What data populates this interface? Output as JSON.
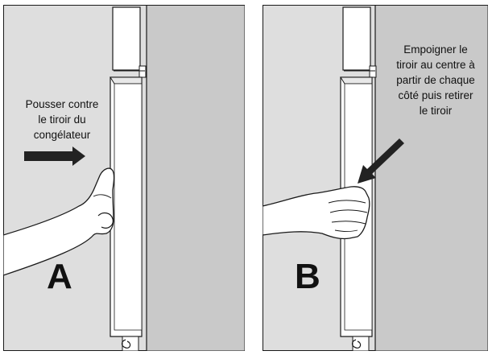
{
  "panels": [
    {
      "letter": "A",
      "caption": "Pousser contre\nle tiroir du\ncongélateur"
    },
    {
      "letter": "B",
      "caption": "Empoigner le\ntiroir au centre à\npartir de chaque\ncôté puis retirer\nle tiroir"
    }
  ],
  "colors": {
    "background": "#dedede",
    "cabinet_side": "#c9c9c9",
    "outline": "#1a1a1a",
    "door": "#ffffff"
  },
  "icons": [
    "push-arrow-icon",
    "hand-icon",
    "hinge-icon"
  ]
}
